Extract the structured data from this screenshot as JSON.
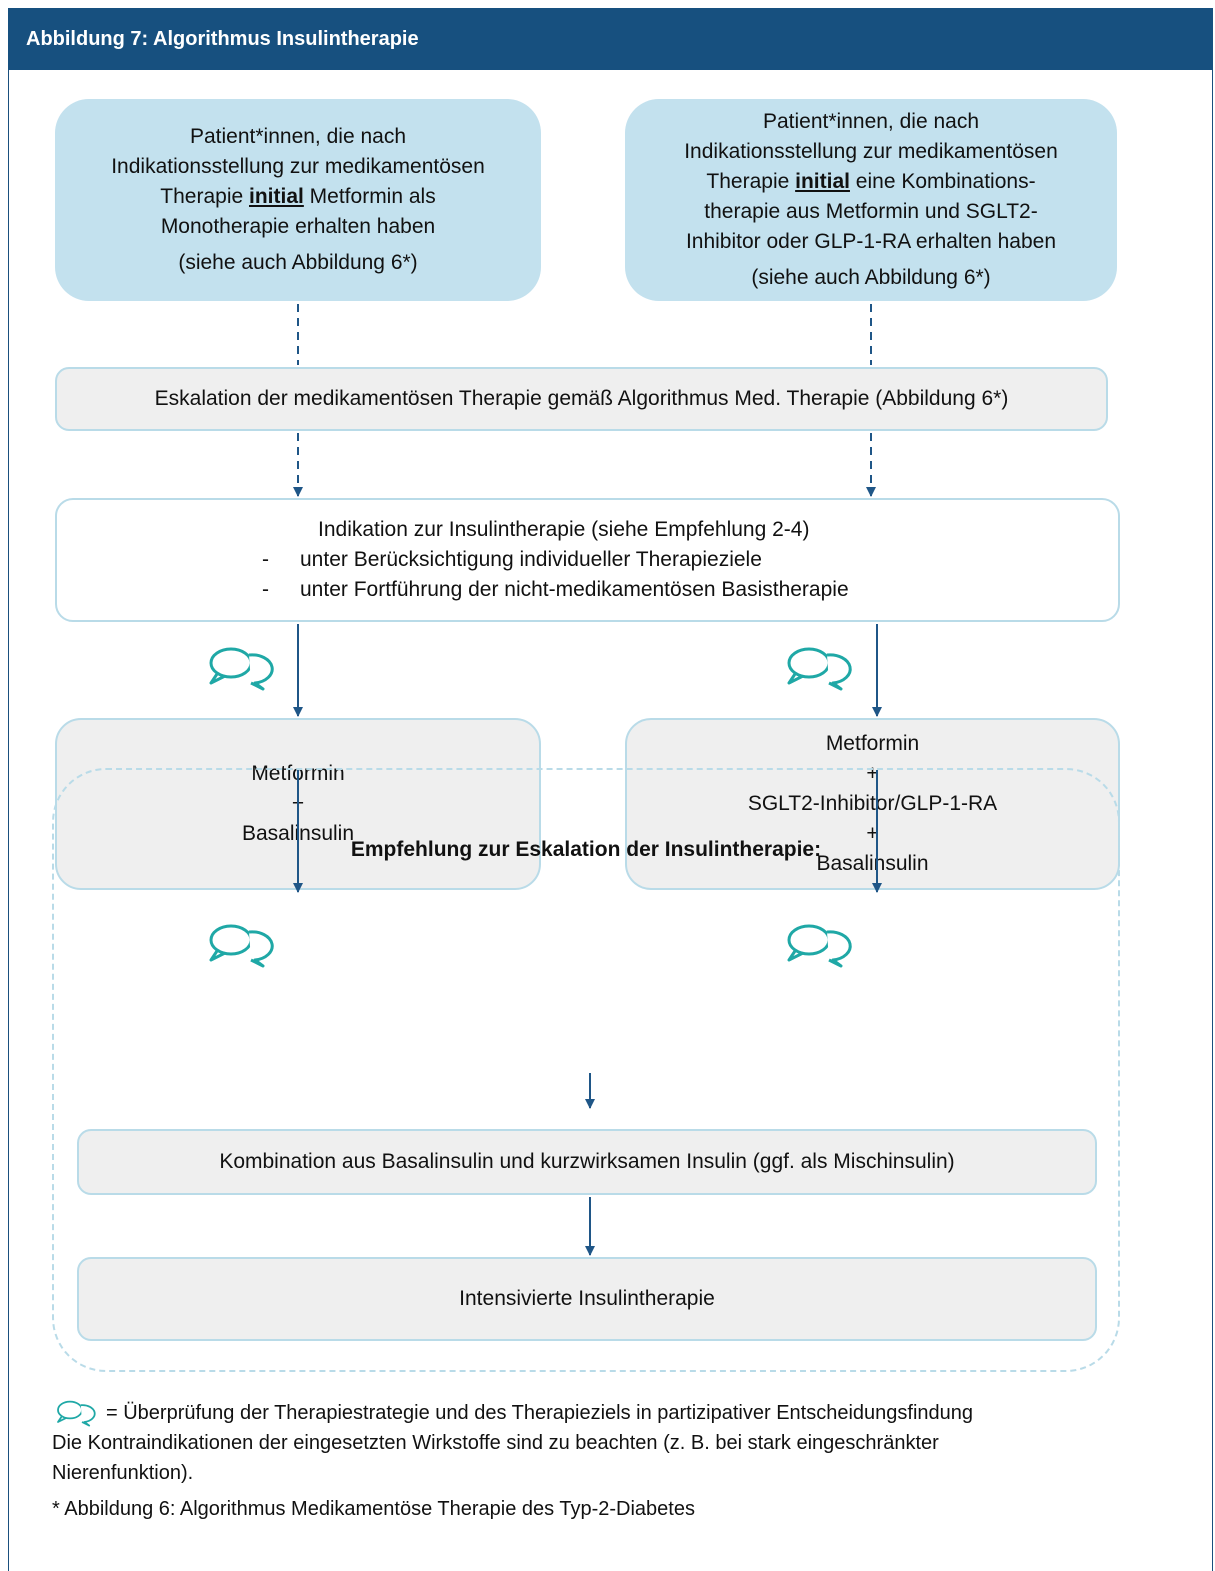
{
  "header": {
    "title": "Abbildung 7:  Algorithmus Insulintherapie"
  },
  "start_left": {
    "line1": "Patient*innen, die nach",
    "line2": "Indikationsstellung zur medikamentösen",
    "line3_pre": "Therapie ",
    "line3_bold": "initial",
    "line3_post": " Metformin als",
    "line4": "Monotherapie erhalten haben",
    "line5": "(siehe auch Abbildung 6*)"
  },
  "start_right": {
    "line1": "Patient*innen, die nach",
    "line2": "Indikationsstellung zur medikamentösen",
    "line3_pre": "Therapie ",
    "line3_bold": "initial",
    "line3_post": " eine Kombinations-",
    "line4": "therapie aus Metformin und SGLT2-",
    "line5": "Inhibitor oder GLP-1-RA erhalten haben",
    "line6": "(siehe auch Abbildung 6*)"
  },
  "escalation": "Eskalation der medikamentösen Therapie gemäß Algorithmus Med. Therapie (Abbildung 6*)",
  "indication": {
    "title": "Indikation zur Insulintherapie (siehe Empfehlung 2-4)",
    "items": [
      {
        "dash": "-",
        "text": "unter Berücksichtigung individueller Therapieziele"
      },
      {
        "dash": "-",
        "text": "unter Fortführung der nicht-medikamentösen Basistherapie"
      }
    ]
  },
  "therapy_left": [
    "Metformin",
    "+",
    "Basalinsulin"
  ],
  "therapy_right": [
    "Metformin",
    "+",
    "SGLT2-Inhibitor/GLP-1-RA",
    "+",
    "Basalinsulin"
  ],
  "insulin_escalation": {
    "heading": "Empfehlung zur Eskalation der Insulintherapie:",
    "step1": "Kombination aus Basalinsulin und kurzwirksamen Insulin (ggf. als Mischinsulin)",
    "step2": "Intensivierte Insulintherapie"
  },
  "legend": {
    "symbol_text": "= Überprüfung der Therapiestrategie  und des Therapieziels  in partizipativer  Entscheidungsfindung",
    "contra_line1": "Die Kontraindikationen  der eingesetzten  Wirkstoffe sind zu beachten (z. B. bei stark eingeschränkter",
    "contra_line2": "Nierenfunktion).",
    "footnote": "* Abbildung 6:   Algorithmus Medikamentöse Therapie des Typ-2-Diabetes"
  },
  "colors": {
    "header": "#17507f",
    "start_box": "#c3e1ee",
    "grey_box": "#efefef",
    "border": "#b9dbe8",
    "arrow": "#1f5687",
    "chat_icon": "#1fa8a6"
  },
  "icons": {
    "review": "speech-bubbles-icon"
  }
}
